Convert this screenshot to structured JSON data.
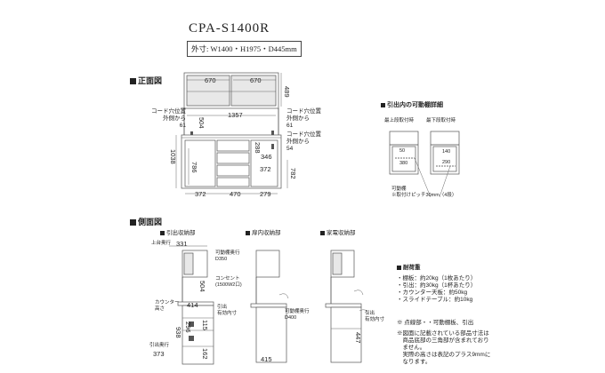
{
  "header": {
    "model": "CPA-S1400R",
    "outer_size": "外寸: W1400・H1975・D445mm"
  },
  "front": {
    "section_title": "正面図",
    "upper_widths": [
      "670",
      "670"
    ],
    "upper_inner_h": "489",
    "total_w_inner": "1357",
    "cord_left": "コード穴位置\n外側から\n61",
    "cord_right_top": "コード穴位置\n外側から\n61",
    "cord_right_mid": "コード穴位置\n外側から\n54",
    "gap_h": "504",
    "height_lower": "1038",
    "drawer_h": "786",
    "mid_vals": [
      "288",
      "346"
    ],
    "right_dim": "372",
    "right_h": "782",
    "bottom_widths": [
      "372",
      "470",
      "279"
    ]
  },
  "drawer_detail": {
    "title": "引出内の可動棚詳細",
    "left_label": "最上段取付時",
    "right_label": "最下段取付時",
    "left_vals": [
      "50",
      "380"
    ],
    "right_vals": [
      "140",
      "290"
    ],
    "note": "可動棚\n※取付けピッチ30mm（4段）"
  },
  "side": {
    "section_title": "側面図",
    "views": [
      "引出収納部",
      "扉内収納部",
      "家電収納部"
    ],
    "depth_top": "331",
    "top_label": "上台奥行",
    "shelf_depth1": "可動棚奥行\nD350",
    "consent": "コンセント\n(1500W2口)",
    "counter": "カウンター\n高さ",
    "counter_val": "414",
    "pull": "引出\n有効内寸",
    "h_vals": [
      "504",
      "938",
      "296",
      "115",
      "162"
    ],
    "drawer_depth": "引出奥行",
    "drawer_depth_val": "373",
    "mid_depth": "可動棚奥行\nD400",
    "mid_bottom": "415",
    "right_pull": "引出\n有効内寸",
    "right_h": "447"
  },
  "load": {
    "title": "耐荷重",
    "items": [
      "・棚板：約20kg（1枚あたり）",
      "・引出：約30kg（1杯あたり）",
      "・カウンター天板：約50kg",
      "・スライドテーブル：約10kg"
    ],
    "notes": [
      "※ 点線部・・可動棚板、引出",
      "※図面に記載されている部品寸法は",
      "　商品底部の三角部が含まれており",
      "　ません。",
      "　実際の高さは表記のプラス9mmに",
      "　なります。"
    ]
  }
}
